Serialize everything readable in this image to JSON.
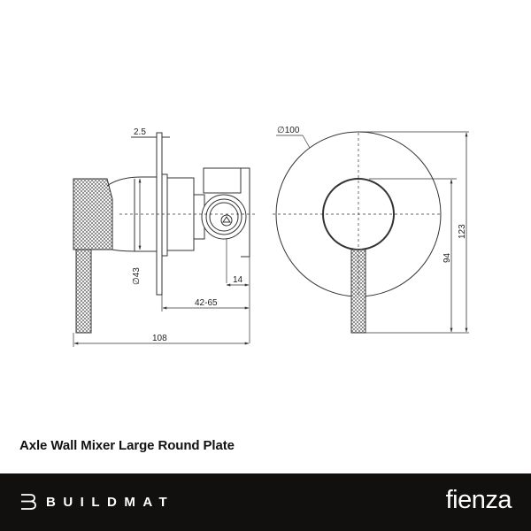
{
  "drawing": {
    "side_view": {
      "dimensions": {
        "plate_thickness": "2.5",
        "body_diameter": "∅43",
        "valve_offset": "14",
        "wall_depth_range": "42-65",
        "overall_depth": "108"
      }
    },
    "front_view": {
      "dimensions": {
        "plate_diameter": "∅100",
        "handle_drop": "94",
        "overall_height": "123"
      }
    }
  },
  "product": {
    "title": "Axle Wall Mixer Large Round Plate"
  },
  "footer": {
    "retailer_logo_icon": "buildmat-b-icon",
    "retailer_name": "BUILDMAT",
    "brand_name": "fienza",
    "background_color": "#12100e",
    "text_color": "#ffffff"
  }
}
